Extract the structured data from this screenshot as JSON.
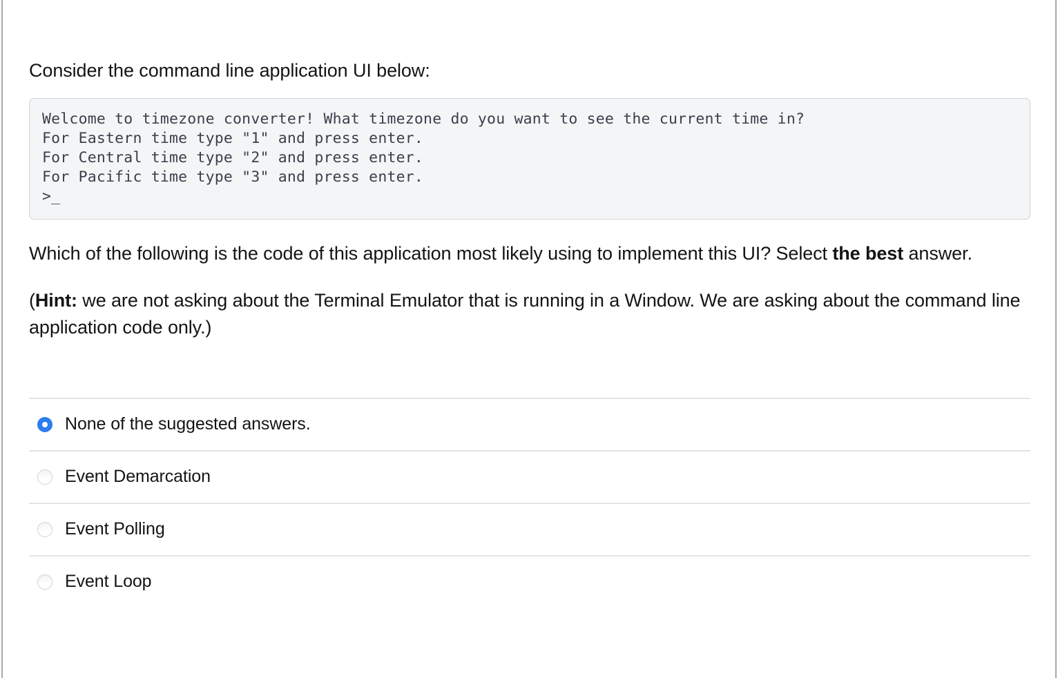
{
  "intro": {
    "text": "Consider the command line application UI below:"
  },
  "terminal": {
    "lines": [
      "Welcome to timezone converter! What timezone do you want to see the current time in?",
      "For Eastern time type \"1\" and press enter.",
      "For Central time type \"2\" and press enter.",
      "For Pacific time type \"3\" and press enter.",
      ">_"
    ],
    "background": "#f4f5f6",
    "border_color": "#cfd4d9",
    "text_color": "#39404c"
  },
  "question": {
    "part1": "Which of the following is the code of this application most likely using to implement this UI? Select ",
    "emphasis": "the best",
    "part2": " answer."
  },
  "hint": {
    "open_paren": "(",
    "label": "Hint:",
    "body": " we are not asking about the Terminal Emulator that is running in a Window. We are asking about the command line application code only.)"
  },
  "answers": {
    "selected_index": 0,
    "accent_color": "#2b7cf0",
    "divider_color": "#e3e3e3",
    "options": [
      {
        "label": "None of the suggested answers.",
        "selected": true
      },
      {
        "label": "Event Demarcation",
        "selected": false
      },
      {
        "label": "Event Polling",
        "selected": false
      },
      {
        "label": "Event Loop",
        "selected": false
      }
    ]
  }
}
